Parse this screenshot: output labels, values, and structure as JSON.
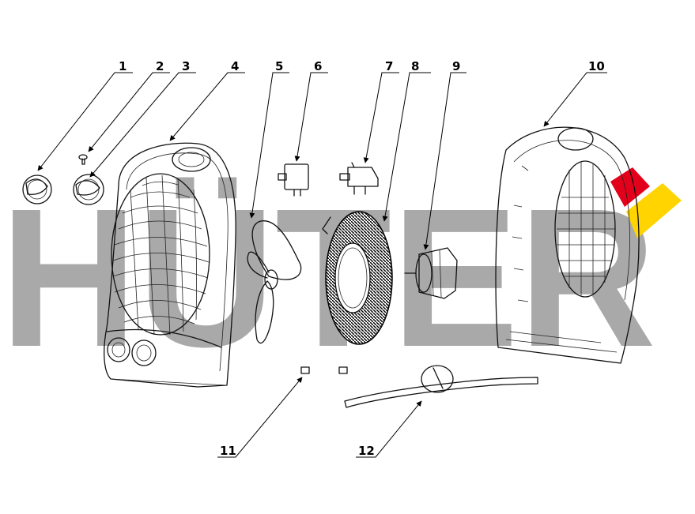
{
  "watermark": {
    "text": "HÜTER",
    "logo_colors": [
      "#e3001b",
      "#ffd400"
    ]
  },
  "callouts": [
    "1",
    "2",
    "3",
    "4",
    "5",
    "6",
    "7",
    "8",
    "9",
    "10",
    "11",
    "12"
  ]
}
